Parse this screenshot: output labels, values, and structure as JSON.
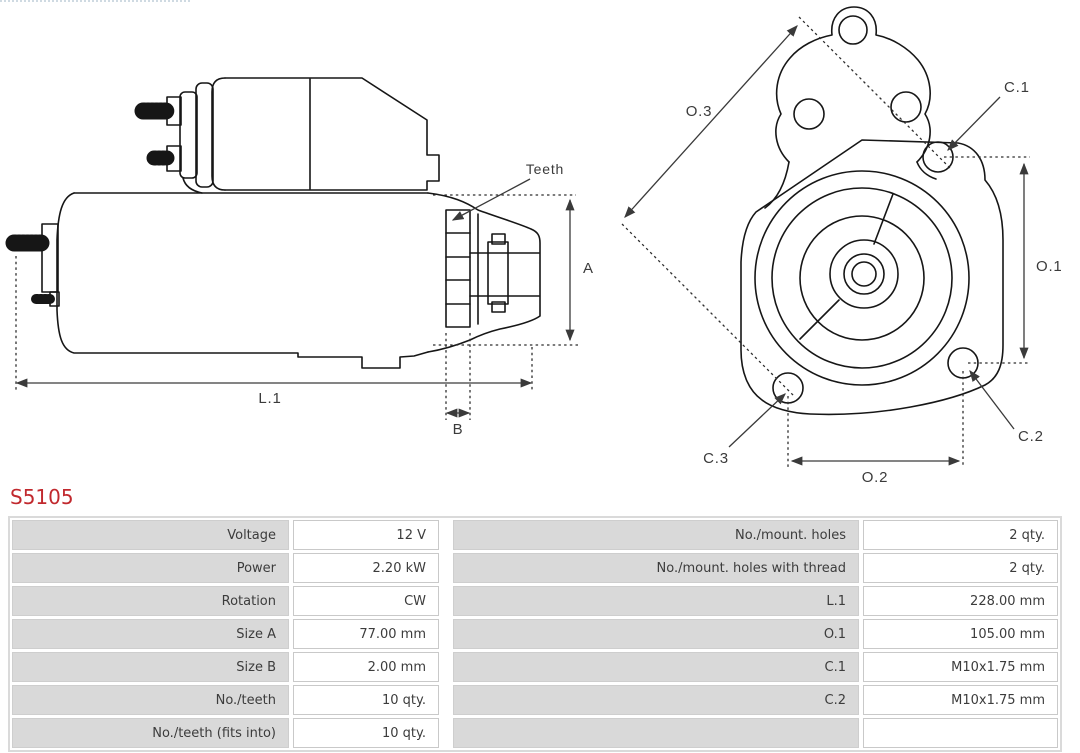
{
  "part_number": "S5105",
  "colors": {
    "part_number_red": "#c1292e",
    "table_label_bg": "#d9d9d9",
    "table_value_border": "#c9c9c9",
    "table_text": "#3c3c3c",
    "drawing_ink": "#161616",
    "dimension_ink": "#3a3a3a"
  },
  "drawing": {
    "side_view_labels": {
      "teeth": "Teeth",
      "a": "A",
      "l1": "L.1",
      "b": "B"
    },
    "front_view_labels": {
      "o3": "O.3",
      "c1": "C.1",
      "o1": "O.1",
      "o2": "O.2",
      "c2": "C.2",
      "c3": "C.3"
    }
  },
  "spec_table": {
    "left": [
      {
        "label": "Voltage",
        "value": "12 V"
      },
      {
        "label": "Power",
        "value": "2.20 kW"
      },
      {
        "label": "Rotation",
        "value": "CW"
      },
      {
        "label": "Size A",
        "value": "77.00 mm"
      },
      {
        "label": "Size B",
        "value": "2.00 mm"
      },
      {
        "label": "No./teeth",
        "value": "10 qty."
      },
      {
        "label": "No./teeth (fits into)",
        "value": "10 qty."
      }
    ],
    "right": [
      {
        "label": "No./mount. holes",
        "value": "2 qty."
      },
      {
        "label": "No./mount. holes with thread",
        "value": "2 qty."
      },
      {
        "label": "L.1",
        "value": "228.00 mm"
      },
      {
        "label": "O.1",
        "value": "105.00 mm"
      },
      {
        "label": "C.1",
        "value": "M10x1.75 mm"
      },
      {
        "label": "C.2",
        "value": "M10x1.75 mm"
      },
      {
        "label": "",
        "value": ""
      }
    ]
  }
}
